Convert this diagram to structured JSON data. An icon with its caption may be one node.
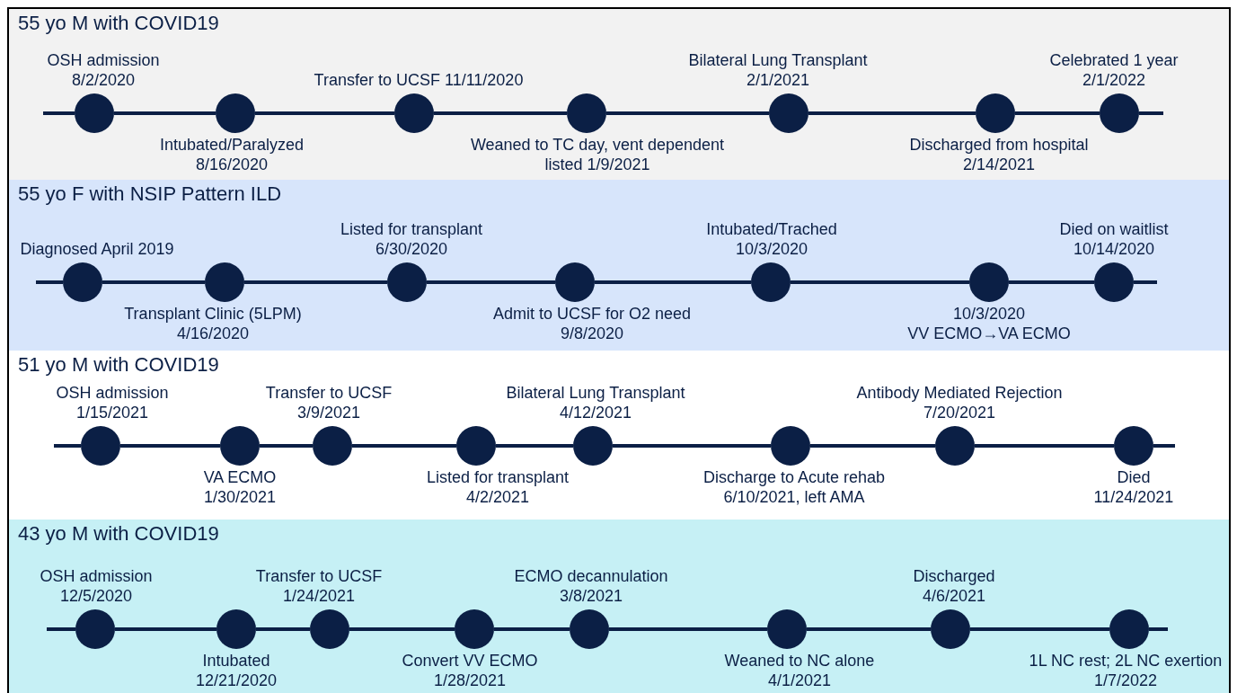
{
  "diagram": {
    "nodes": [
      {
        "text": [
          "55 yo M with COVID19"
        ]
      },
      {
        "text": [],
        "shape": "circle",
        "in": 0,
        "beside": [
          "OSH admission",
          "8/2/2020"
        ]
      },
      {
        "text": [],
        "shape": "circle",
        "in": 0,
        "beside": [
          "Intubated/Paralyzed",
          "8/16/2020"
        ]
      },
      {
        "text": [],
        "shape": "circle",
        "in": 0,
        "beside": [
          "Transfer to UCSF 11/11/2020"
        ]
      },
      {
        "text": [],
        "shape": "circle",
        "in": 0,
        "beside": [
          "Weaned to TC day, vent dependent",
          "listed 1/9/2021"
        ]
      },
      {
        "text": [],
        "shape": "circle",
        "in": 0,
        "beside": [
          "Bilateral Lung Transplant",
          "2/1/2021"
        ]
      },
      {
        "text": [],
        "shape": "circle",
        "in": 0,
        "beside": [
          "Discharged from hospital",
          "2/14/2021"
        ]
      },
      {
        "text": [],
        "shape": "circle",
        "in": 0,
        "beside": [
          "Celebrated 1 year",
          "2/1/2022"
        ]
      },
      {
        "text": [
          "55 yo F with NSIP Pattern ILD"
        ]
      },
      {
        "text": [],
        "shape": "circle",
        "in": 8,
        "beside": [
          "Diagnosed April 2019"
        ]
      },
      {
        "text": [],
        "shape": "circle",
        "in": 8,
        "beside": [
          "Transplant Clinic (5LPM)",
          "4/16/2020"
        ]
      },
      {
        "text": [],
        "shape": "circle",
        "in": 8,
        "beside": [
          "Listed for transplant",
          "6/30/2020"
        ]
      },
      {
        "text": [],
        "shape": "circle",
        "in": 8,
        "beside": [
          "Admit to UCSF for O2 need",
          "9/8/2020"
        ]
      },
      {
        "text": [],
        "shape": "circle",
        "in": 8,
        "beside": [
          "Intubated/Trached",
          "10/3/2020"
        ]
      },
      {
        "text": [],
        "shape": "circle",
        "in": 8,
        "beside": [
          "10/3/2020",
          "VV ECMO→VA ECMO"
        ]
      },
      {
        "text": [],
        "shape": "circle",
        "in": 8,
        "beside": [
          "Died on waitlist",
          "10/14/2020"
        ]
      },
      {
        "text": [
          "51 yo M with COVID19"
        ]
      },
      {
        "text": [],
        "shape": "circle",
        "in": 16,
        "beside": [
          "OSH admission",
          "1/15/2021"
        ]
      },
      {
        "text": [],
        "shape": "circle",
        "in": 16,
        "beside": [
          "VA ECMO",
          "1/30/2021"
        ]
      },
      {
        "text": [],
        "shape": "circle",
        "in": 16,
        "beside": [
          "Transfer to UCSF",
          "3/9/2021"
        ]
      },
      {
        "text": [],
        "shape": "circle",
        "in": 16,
        "beside": [
          "Listed for transplant",
          "4/2/2021"
        ]
      },
      {
        "text": [],
        "shape": "circle",
        "in": 16,
        "beside": [
          "Bilateral Lung Transplant",
          "4/12/2021"
        ]
      },
      {
        "text": [],
        "shape": "circle",
        "in": 16,
        "beside": [
          "Discharge to Acute rehab",
          "6/10/2021, left AMA"
        ]
      },
      {
        "text": [],
        "shape": "circle",
        "in": 16,
        "beside": [
          "Antibody Mediated Rejection",
          "7/20/2021"
        ]
      },
      {
        "text": [],
        "shape": "circle",
        "in": 16,
        "beside": [
          "Died",
          "11/24/2021"
        ]
      },
      {
        "text": [
          "43 yo M with COVID19"
        ]
      },
      {
        "text": [],
        "shape": "circle",
        "in": 25,
        "beside": [
          "OSH admission",
          "12/5/2020"
        ]
      },
      {
        "text": [],
        "shape": "circle",
        "in": 25,
        "beside": [
          "Intubated",
          "12/21/2020"
        ]
      },
      {
        "text": [],
        "shape": "circle",
        "in": 25,
        "beside": [
          "Transfer to UCSF",
          "1/24/2021"
        ]
      },
      {
        "text": [],
        "shape": "circle",
        "in": 25,
        "beside": [
          "Convert VV ECMO",
          "1/28/2021"
        ]
      },
      {
        "text": [],
        "shape": "circle",
        "in": 25,
        "beside": [
          "ECMO decannulation",
          "3/8/2021"
        ]
      },
      {
        "text": [],
        "shape": "circle",
        "in": 25,
        "beside": [
          "Weaned to NC alone",
          "4/1/2021"
        ]
      },
      {
        "text": [],
        "shape": "circle",
        "in": 25,
        "beside": [
          "Discharged",
          "4/6/2021"
        ]
      },
      {
        "text": [],
        "shape": "circle",
        "in": 25,
        "beside": [
          "1L NC rest; 2L NC exertion",
          "1/7/2022"
        ]
      }
    ],
    "edges": [
      {
        "from": null,
        "to": 1,
        "arrow": "none"
      },
      {
        "from": 1,
        "to": 2,
        "arrow": "none"
      },
      {
        "from": 2,
        "to": 3,
        "arrow": "none"
      },
      {
        "from": 3,
        "to": 4,
        "arrow": "none"
      },
      {
        "from": 4,
        "to": 5,
        "arrow": "none"
      },
      {
        "from": 5,
        "to": 6,
        "arrow": "none"
      },
      {
        "from": 6,
        "to": 7,
        "arrow": "none"
      },
      {
        "from": 7,
        "to": null,
        "arrow": "none"
      },
      {
        "from": null,
        "to": 9,
        "arrow": "none"
      },
      {
        "from": 9,
        "to": 10,
        "arrow": "none"
      },
      {
        "from": 10,
        "to": 11,
        "arrow": "none"
      },
      {
        "from": 11,
        "to": 12,
        "arrow": "none"
      },
      {
        "from": 12,
        "to": 13,
        "arrow": "none"
      },
      {
        "from": 13,
        "to": 14,
        "arrow": "none"
      },
      {
        "from": 14,
        "to": 15,
        "arrow": "none"
      },
      {
        "from": 15,
        "to": null,
        "arrow": "none"
      },
      {
        "from": null,
        "to": 17,
        "arrow": "none"
      },
      {
        "from": 17,
        "to": 18,
        "arrow": "none"
      },
      {
        "from": 18,
        "to": 19,
        "arrow": "none"
      },
      {
        "from": 19,
        "to": 20,
        "arrow": "none"
      },
      {
        "from": 20,
        "to": 21,
        "arrow": "none"
      },
      {
        "from": 21,
        "to": 22,
        "arrow": "none"
      },
      {
        "from": 22,
        "to": 23,
        "arrow": "none"
      },
      {
        "from": 23,
        "to": 24,
        "arrow": "none"
      },
      {
        "from": 24,
        "to": null,
        "arrow": "none"
      },
      {
        "from": null,
        "to": 26,
        "arrow": "none"
      },
      {
        "from": 26,
        "to": 27,
        "arrow": "none"
      },
      {
        "from": 27,
        "to": 28,
        "arrow": "none"
      },
      {
        "from": 28,
        "to": 29,
        "arrow": "none"
      },
      {
        "from": 29,
        "to": 30,
        "arrow": "none"
      },
      {
        "from": 30,
        "to": 31,
        "arrow": "none"
      },
      {
        "from": 31,
        "to": 32,
        "arrow": "none"
      },
      {
        "from": 32,
        "to": 33,
        "arrow": "none"
      },
      {
        "from": 33,
        "to": null,
        "arrow": "none"
      }
    ]
  }
}
